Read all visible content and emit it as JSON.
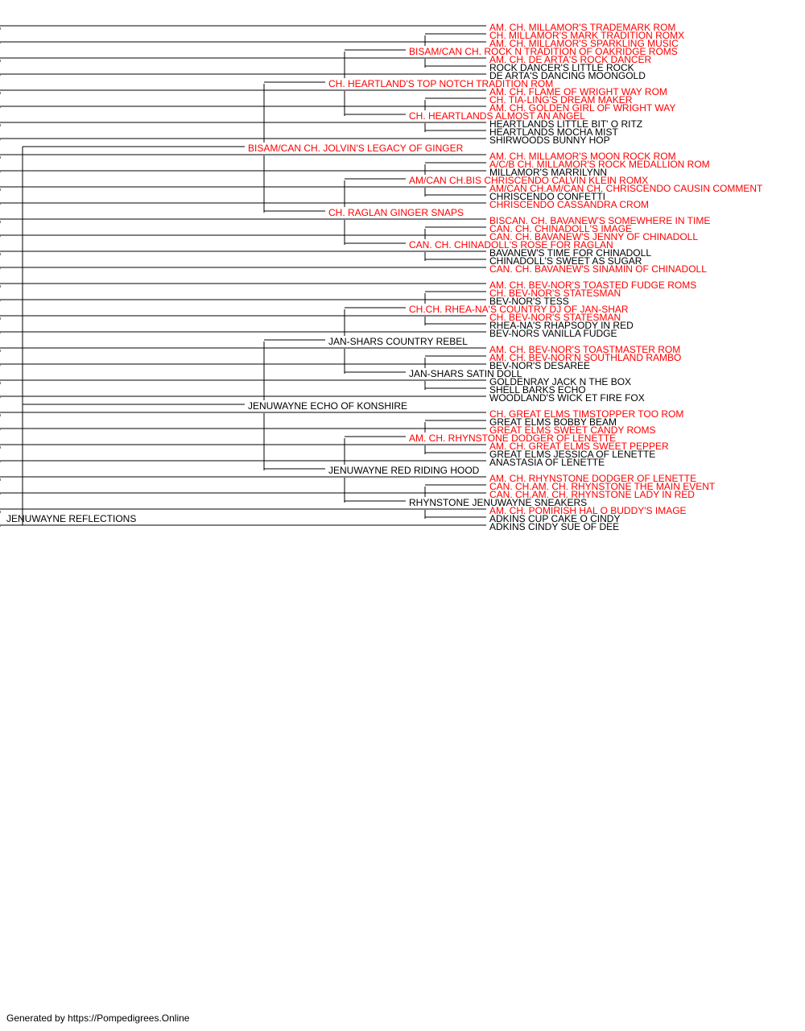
{
  "colors": {
    "champion": "#ff0000",
    "regular": "#000000",
    "line": "#000000"
  },
  "pedigree": {
    "subject": {
      "name": "JENUWAYNE REFLECTIONS",
      "champion": false
    },
    "sire": {
      "name": "BISAM/CAN CH. JOLVIN'S LEGACY OF GINGER",
      "champion": true,
      "sire": {
        "name": "CH. HEARTLAND'S TOP NOTCH TRADITION ROM",
        "champion": true,
        "sire": {
          "name": "BISAM/CAN CH. ROCK N TRADITION OF OAKRIDGE ROMS",
          "champion": true,
          "sire": {
            "name": "CH. MILLAMOR'S MARK TRADITION ROMX",
            "champion": true,
            "sire": {
              "name": "AM. CH. MILLAMOR'S TRADEMARK ROM",
              "champion": true
            },
            "dam": {
              "name": "AM. CH. MILLAMOR'S SPARKLING MUSIC",
              "champion": true
            }
          },
          "dam": {
            "name": "ROCK DANCER'S LITTLE ROCK",
            "champion": false,
            "sire": {
              "name": "AM. CH. DE ARTA'S ROCK DANCER",
              "champion": true
            },
            "dam": {
              "name": "DE ARTA'S DANCING MOONGOLD",
              "champion": false
            }
          }
        },
        "dam": {
          "name": "CH. HEARTLANDS ALMOST AN ANGEL",
          "champion": true,
          "sire": {
            "name": "CH. TIA-LING'S DREAM MAKER",
            "champion": true,
            "sire": {
              "name": "AM. CH. FLAME OF WRIGHT WAY ROM",
              "champion": true
            },
            "dam": {
              "name": "AM. CH. GOLDEN GIRL OF WRIGHT WAY",
              "champion": true
            }
          },
          "dam": {
            "name": "HEARTLANDS MOCHA MIST",
            "champion": false,
            "sire": {
              "name": "HEARTLANDS LITTLE BIT' O RITZ",
              "champion": false
            },
            "dam": {
              "name": "SHIRWOODS BUNNY HOP",
              "champion": false
            }
          }
        }
      },
      "dam": {
        "name": "CH. RAGLAN GINGER SNAPS",
        "champion": true,
        "sire": {
          "name": "AM/CAN CH.BIS CHRISCENDO CALVIN KLEIN ROMX",
          "champion": true,
          "sire": {
            "name": "A/C/B CH. MILLAMOR'S ROCK MEDALLION ROM",
            "champion": true,
            "sire": {
              "name": "AM. CH. MILLAMOR'S MOON ROCK ROM",
              "champion": true
            },
            "dam": {
              "name": "MILLAMOR'S MARRILYNN",
              "champion": false
            }
          },
          "dam": {
            "name": "CHRISCENDO CONFETTI",
            "champion": false,
            "sire": {
              "name": "AM/CAN CH.AM/CAN CH. CHRISCENDO CAUSIN COMMENT",
              "champion": true
            },
            "dam": {
              "name": "CHRISCENDO CASSANDRA CROM",
              "champion": true
            }
          }
        },
        "dam": {
          "name": "CAN. CH. CHINADOLL'S ROSE FOR RAGLAN",
          "champion": true,
          "sire": {
            "name": "CAN. CH. CHINADOLL'S IMAGE",
            "champion": true,
            "sire": {
              "name": "BISCAN. CH. BAVANEW'S SOMEWHERE IN TIME",
              "champion": true
            },
            "dam": {
              "name": "CAN. CH. BAVANEW'S JENNY OF CHINADOLL",
              "champion": true
            }
          },
          "dam": {
            "name": "CHINADOLL'S SWEET AS SUGAR",
            "champion": false,
            "sire": {
              "name": "BAVANEW'S TIME FOR CHINADOLL",
              "champion": false
            },
            "dam": {
              "name": "CAN. CH. BAVANEW'S SINAMIN OF CHINADOLL",
              "champion": true
            }
          }
        }
      }
    },
    "dam": {
      "name": "JENUWAYNE ECHO OF KONSHIRE",
      "champion": false,
      "sire": {
        "name": "JAN-SHARS COUNTRY REBEL",
        "champion": false,
        "sire": {
          "name": "CH.CH. RHEA-NA'S COUNTRY DJ OF JAN-SHAR",
          "champion": true,
          "sire": {
            "name": "CH. BEV-NOR'S STATESMAN",
            "champion": true,
            "sire": {
              "name": "AM. CH. BEV-NOR'S TOASTED FUDGE ROMS",
              "champion": true
            },
            "dam": {
              "name": "BEV-NOR'S TESS",
              "champion": false
            }
          },
          "dam": {
            "name": "RHEA-NA'S RHAPSODY IN RED",
            "champion": false,
            "sire": {
              "name": "CH. BEV-NOR'S STATESMAN",
              "champion": true
            },
            "dam": {
              "name": "BEV-NORS VANILLA FUDGE",
              "champion": false
            }
          }
        },
        "dam": {
          "name": "JAN-SHARS SATIN DOLL",
          "champion": false,
          "sire": {
            "name": "AM. CH. BEV-NOR'N SOUTHLAND RAMBO",
            "champion": true,
            "sire": {
              "name": "AM. CH. BEV-NOR'S TOASTMASTER ROM",
              "champion": true
            },
            "dam": {
              "name": "BEV-NOR'S DESAREE",
              "champion": false
            }
          },
          "dam": {
            "name": "SHELL BARKS ECHO",
            "champion": false,
            "sire": {
              "name": "GOLDENRAY JACK N THE BOX",
              "champion": false
            },
            "dam": {
              "name": "WOODLAND'S WICK ET FIRE FOX",
              "champion": false
            }
          }
        }
      },
      "dam": {
        "name": "JENUWAYNE RED RIDING HOOD",
        "champion": false,
        "sire": {
          "name": "AM. CH. RHYNSTONE DODGER OF LENETTE",
          "champion": true,
          "sire": {
            "name": "GREAT ELMS BOBBY BEAM",
            "champion": false,
            "sire": {
              "name": "CH. GREAT ELMS TIMSTOPPER TOO ROM",
              "champion": true
            },
            "dam": {
              "name": "GREAT ELMS SWEET CANDY ROMS",
              "champion": true
            }
          },
          "dam": {
            "name": "GREAT ELMS JESSICA OF LENETTE",
            "champion": false,
            "sire": {
              "name": "AM. CH. GREAT ELMS SWEET PEPPER",
              "champion": true
            },
            "dam": {
              "name": "ANASTASIA OF LENETTE",
              "champion": false
            }
          }
        },
        "dam": {
          "name": "RHYNSTONE JENUWAYNE SNEAKERS",
          "champion": false,
          "sire": {
            "name": "CAN. CH.AM. CH. RHYNSTONE THE MAIN EVENT",
            "champion": true,
            "sire": {
              "name": "AM. CH. RHYNSTONE DODGER OF LENETTE",
              "champion": true
            },
            "dam": {
              "name": "CAN. CH.AM. CH. RHYNSTONE LADY IN RED",
              "champion": true
            }
          },
          "dam": {
            "name": "ADKINS CUP CAKE O CINDY",
            "champion": false,
            "sire": {
              "name": "AM. CH. POMIRISH HAL O BUDDY'S IMAGE",
              "champion": true
            },
            "dam": {
              "name": "ADKINS CINDY SUE OF DEE",
              "champion": false
            }
          }
        }
      }
    }
  },
  "footer": {
    "text": "Generated by https://Pompedigrees.Online"
  }
}
